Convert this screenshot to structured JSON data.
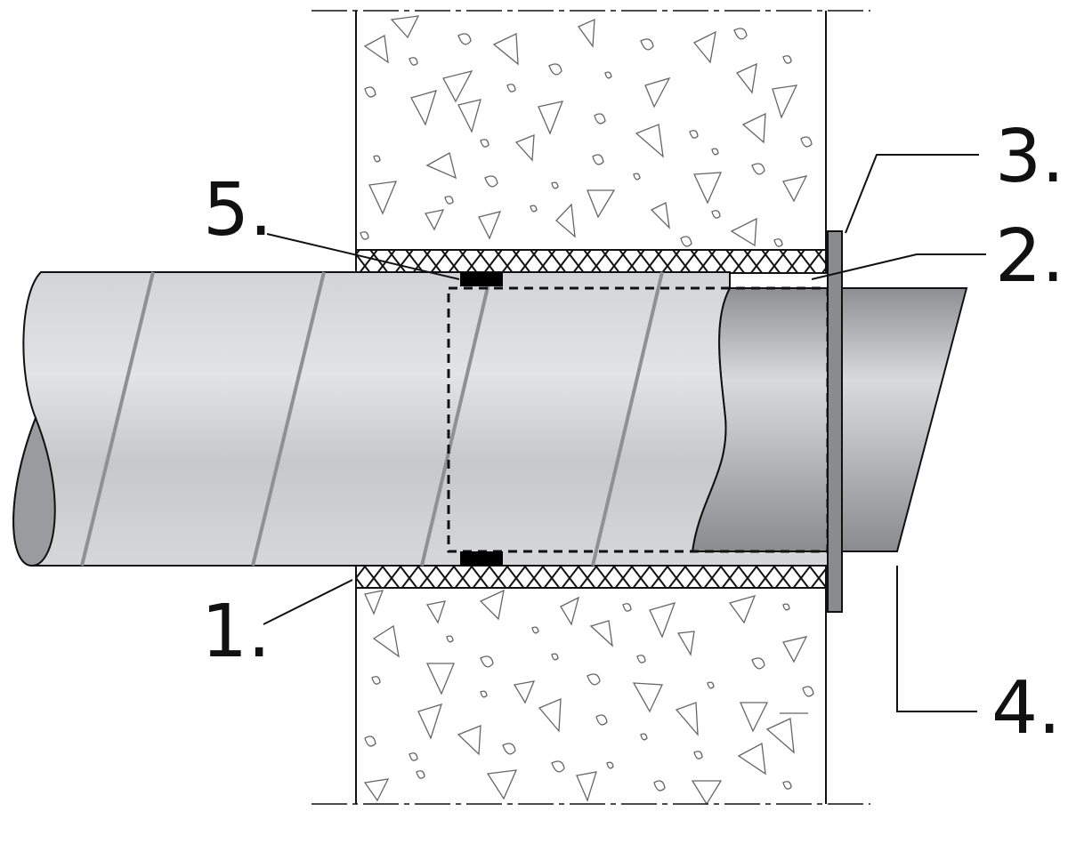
{
  "labels": {
    "1": "1.",
    "2": "2.",
    "3": "3.",
    "4": "4.",
    "5": "5."
  },
  "colors": {
    "outline": "#111111",
    "concrete_fill": "#ffffff",
    "aggregate_stroke": "#666666",
    "pipe_light": "#dadbdd",
    "pipe_dark": "#8f9093",
    "flange": "#8a8b8d",
    "seal": "#000000"
  }
}
